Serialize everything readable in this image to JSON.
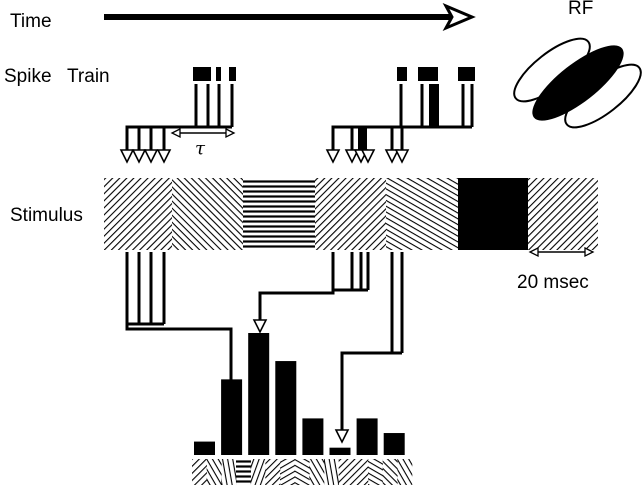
{
  "labels": {
    "time": "Time",
    "spike_train": "Spike   Train",
    "stimulus": "Stimulus",
    "rf": "RF",
    "tau": "τ",
    "scale": "20 msec"
  },
  "stimulus_segments": [
    "diag-45",
    "diag-135",
    "horizontal",
    "diag-45",
    "diag-120",
    "solid",
    "diag-45"
  ],
  "histogram_orientations": [
    "diag-45",
    "diag-150",
    "diag-170",
    "horizontal",
    "diag-20",
    "diag-45",
    "diag-60",
    "diag-120",
    "diag-150",
    "diag-170",
    "diag-45",
    "diag-45",
    "diag-120",
    "diag-135",
    "diag-150"
  ],
  "histogram_values": [
    0.11,
    0.62,
    1.0,
    0.77,
    0.3,
    0.06,
    0.3,
    0.18
  ],
  "colors": {
    "ink": "#000000",
    "paper": "#ffffff"
  }
}
